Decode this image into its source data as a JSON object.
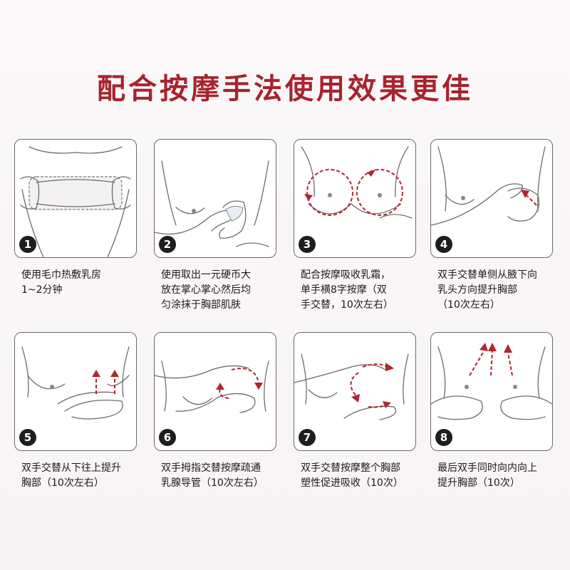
{
  "title": "配合按摩手法使用效果更佳",
  "colors": {
    "title": "#a8232e",
    "arrows": "#b1262e",
    "badge": "#1e1e1e"
  },
  "steps": [
    {
      "number": "1",
      "caption": "使用毛巾热敷乳房\n1~2分钟"
    },
    {
      "number": "2",
      "caption": "使用取出一元硬币大\n放在掌心掌心然后均\n匀涂抹于胸部肌肤"
    },
    {
      "number": "3",
      "caption": "配合按摩吸收乳霜，\n单手横8字按摩（双\n手交替，10次左右）"
    },
    {
      "number": "4",
      "caption": "双手交替单侧从腋下向\n乳头方向提升胸部\n（10次左右）"
    },
    {
      "number": "5",
      "caption": "双手交替从下往上提升\n胸部（10次左右）"
    },
    {
      "number": "6",
      "caption": "双手拇指交替按摩疏通\n乳腺导管（10次左右）"
    },
    {
      "number": "7",
      "caption": "双手交替按摩整个胸部\n塑性促进吸收（10次）"
    },
    {
      "number": "8",
      "caption": "最后双手同时向内向上\n提升胸部（10次）"
    }
  ]
}
